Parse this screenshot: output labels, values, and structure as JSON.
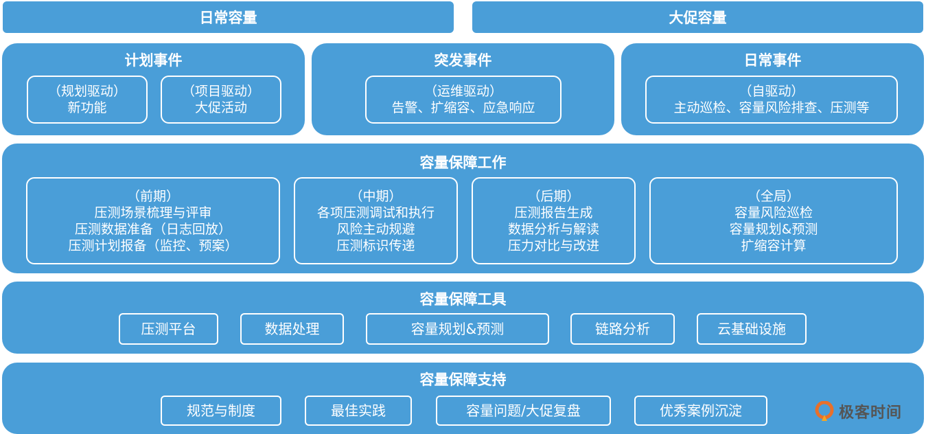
{
  "top_bars": {
    "daily_capacity": "日常容量",
    "promo_capacity": "大促容量"
  },
  "events": {
    "planned": {
      "title": "计划事件",
      "boxes": [
        {
          "label": "（规划驱动）",
          "detail": "新功能"
        },
        {
          "label": "（项目驱动）",
          "detail": "大促活动"
        }
      ]
    },
    "sudden": {
      "title": "突发事件",
      "boxes": [
        {
          "label": "（运维驱动）",
          "detail": "告警、扩缩容、应急响应"
        }
      ]
    },
    "daily": {
      "title": "日常事件",
      "boxes": [
        {
          "label": "（自驱动）",
          "detail": "主动巡检、容量风险排查、压测等"
        }
      ]
    }
  },
  "work": {
    "title": "容量保障工作",
    "phases": [
      {
        "label": "（前期）",
        "lines": [
          "压测场景梳理与评审",
          "压测数据准备（日志回放）",
          "压测计划报备（监控、预案）"
        ]
      },
      {
        "label": "（中期）",
        "lines": [
          "各项压测调试和执行",
          "风险主动规避",
          "压测标识传递"
        ]
      },
      {
        "label": "（后期）",
        "lines": [
          "压测报告生成",
          "数据分析与解读",
          "压力对比与改进"
        ]
      },
      {
        "label": "（全局）",
        "lines": [
          "容量风险巡检",
          "容量规划&预测",
          "扩缩容计算"
        ]
      }
    ]
  },
  "tools": {
    "title": "容量保障工具",
    "items": [
      "压测平台",
      "数据处理",
      "容量规划&预测",
      "链路分析",
      "云基础设施"
    ]
  },
  "support": {
    "title": "容量保障支持",
    "items": [
      "规范与制度",
      "最佳实践",
      "容量问题/大促复盘",
      "优秀案例沉淀"
    ]
  },
  "brand": {
    "logo_text": "极客时间",
    "icon": "geektime-logo-icon",
    "icon_colors": [
      "#e8702a",
      "#f5a623"
    ]
  },
  "colors": {
    "panel": "#4a9ed8",
    "text": "#ffffff"
  }
}
